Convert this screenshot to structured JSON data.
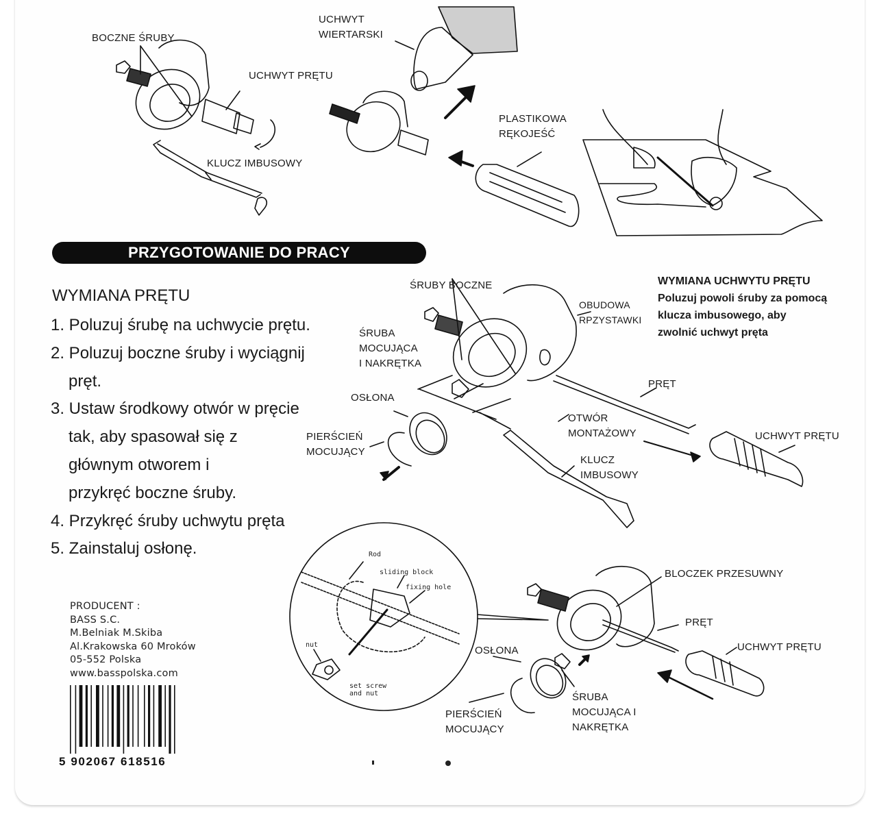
{
  "top_labels": {
    "boczne_sruby": "BOCZNE ŚRUBY",
    "uchwyt_pretu": "UCHWYT PRĘTU",
    "klucz_imbusowy": "KLUCZ IMBUSOWY",
    "uchwyt_wiertarski": "UCHWYT\nWIERTARSKI",
    "plastikowa_rekojesc": "PLASTIKOWA\nRĘKOJEŚĆ"
  },
  "banner": "PRZYGOTOWANIE DO PRACY",
  "instructions": {
    "title": "WYMIANA PRĘTU",
    "lines": [
      {
        "text": "1. Poluzuj śrubę na uchwycie prętu.",
        "indent": false
      },
      {
        "text": "2. Poluzuj boczne śruby i wyciągnij",
        "indent": false
      },
      {
        "text": "pręt.",
        "indent": true
      },
      {
        "text": "3. Ustaw środkowy otwór w pręcie",
        "indent": false
      },
      {
        "text": "tak, aby spasował się z",
        "indent": true
      },
      {
        "text": "głównym otworem i",
        "indent": true
      },
      {
        "text": "przykręć boczne śruby.",
        "indent": true
      },
      {
        "text": "4. Przykręć śruby uchwytu pręta",
        "indent": false
      },
      {
        "text": "5. Zainstaluj osłonę.",
        "indent": false
      }
    ]
  },
  "note": {
    "title": "WYMIANA UCHWYTU PRĘTU",
    "body": "Poluzuj powoli śruby za pomocą\nklucza imbusowego, aby\nzwolnić uchwyt pręta"
  },
  "middle_labels": {
    "sruby_boczne": "ŚRUBY BOCZNE",
    "obudowa": "OBUDOWA\nRPZYSTAWKI",
    "sruba_mocujaca": "ŚRUBA\nMOCUJĄCA\nI NAKRĘTKA",
    "oslona": "OSŁONA",
    "pierscien": "PIERŚCIEŃ\nMOCUJĄCY",
    "pret": "PRĘT",
    "otwor": "OTWÓR\nMONTAŻOWY",
    "klucz": "KLUCZ\nIMBUSOWY",
    "uchwyt_pretu": "UCHWYT PRĘTU"
  },
  "detail_labels": {
    "rod": "Rod",
    "sliding_block": "sliding block",
    "fixing_hole": "fixing hole",
    "nut": "nut",
    "set_screw": "set screw\nand nut"
  },
  "bottom_labels": {
    "bloczek": "BLOCZEK PRZESUWNY",
    "pret": "PRĘT",
    "uchwyt_pretu": "UCHWYT PRĘTU",
    "oslona": "OSŁONA",
    "pierscien": "PIERŚCIEŃ\nMOCUJĄCY",
    "sruba": "ŚRUBA\nMOCUJĄCA I\nNAKRĘTKA"
  },
  "producer": {
    "lines": [
      "PRODUCENT :",
      "BASS S.C.",
      "M.Belniak M.Skiba",
      "Al.Krakowska 60 Mroków",
      "05-552 Polska",
      "www.basspolska.com"
    ]
  },
  "barcode": {
    "ean": "5 902067 618516"
  }
}
